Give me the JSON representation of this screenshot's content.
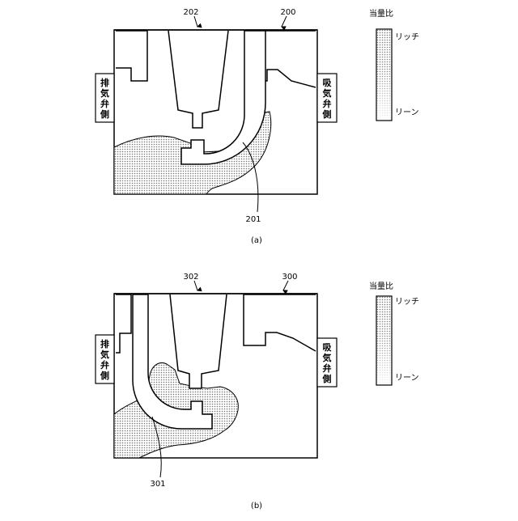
{
  "panels": [
    {
      "caption": "(a)",
      "ref_chamber": "200",
      "ref_injector": "202",
      "ref_region": "201",
      "exhaust_label": [
        "排",
        "気",
        "弁",
        "側"
      ],
      "intake_label": [
        "吸",
        "気",
        "弁",
        "側"
      ]
    },
    {
      "caption": "(b)",
      "ref_chamber": "300",
      "ref_injector": "302",
      "ref_region": "301",
      "exhaust_label": [
        "排",
        "気",
        "弁",
        "側"
      ],
      "intake_label": [
        "吸",
        "気",
        "弁",
        "側"
      ]
    }
  ],
  "legend": {
    "title": "当量比",
    "rich_label": "リッチ",
    "lean_label": "リーン"
  }
}
